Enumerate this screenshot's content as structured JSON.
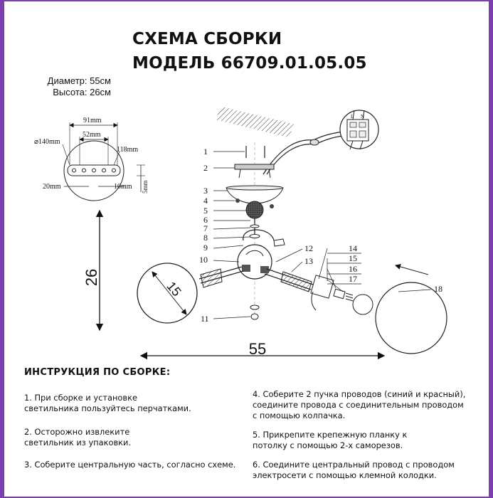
{
  "title": {
    "line1": "СХЕМА СБОРКИ",
    "line2": "МОДЕЛЬ 66709.01.05.05"
  },
  "dimensions": {
    "diameter": "Диаметр: 55см",
    "height": "Высота: 26см"
  },
  "mount_plate": {
    "d91": "91mm",
    "d52": "52mm",
    "d140": "⌀140mm",
    "d118": "118mm",
    "d20": "20mm",
    "d10": "10mm",
    "d5": "5mm"
  },
  "drawing": {
    "height_label": "26",
    "width_label": "55",
    "shade_label": "15",
    "terminal_letters": [
      "L",
      "N"
    ],
    "part_numbers": [
      "1",
      "2",
      "3",
      "4",
      "5",
      "6",
      "7",
      "8",
      "9",
      "10",
      "11",
      "12",
      "13",
      "14",
      "15",
      "16",
      "17",
      "18"
    ]
  },
  "instructions": {
    "heading": "ИНСТРУКЦИЯ ПО СБОРКЕ:",
    "steps": [
      "1. При сборке и установке\nсветильника пользуйтесь перчатками.",
      "2. Осторожно извлеките\nсветильник из упаковки.",
      "3. Соберите центральную часть, согласно схеме.",
      "4. Соберите 2 пучка проводов (синий и красный),\nсоедините провода с соединительным проводом\nс помощью колпачка.",
      "5. Прикрепите крепежную планку к\nпотолку с помощью 2-х саморезов.",
      "6. Соедините центральный провод с проводом\nэлектросети с помощью клемной колодки."
    ]
  },
  "colors": {
    "border": "#7b3fb0",
    "ink": "#111111"
  }
}
